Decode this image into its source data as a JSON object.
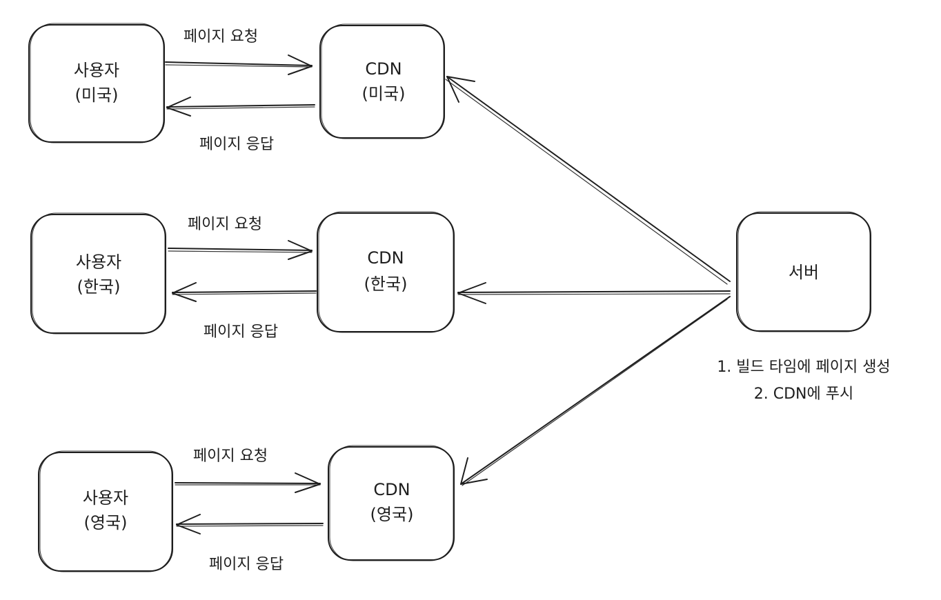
{
  "nodes": {
    "user_us": {
      "line1": "사용자",
      "line2": "(미국)"
    },
    "cdn_us": {
      "line1": "CDN",
      "line2": "(미국)"
    },
    "user_kr": {
      "line1": "사용자",
      "line2": "(한국)"
    },
    "cdn_kr": {
      "line1": "CDN",
      "line2": "(한국)"
    },
    "user_uk": {
      "line1": "사용자",
      "line2": "(영국)"
    },
    "cdn_uk": {
      "line1": "CDN",
      "line2": "(영국)"
    },
    "server": {
      "label": "서버"
    }
  },
  "edges": {
    "us_request": "페이지 요청",
    "us_response": "페이지 응답",
    "kr_request": "페이지 요청",
    "kr_response": "페이지 응답",
    "uk_request": "페이지 요청",
    "uk_response": "페이지 응답"
  },
  "note": {
    "line1": "1. 빌드 타임에 페이지 생성",
    "line2": "2. CDN에 푸시"
  },
  "colors": {
    "stroke": "#1e1e1e",
    "background": "#ffffff"
  }
}
